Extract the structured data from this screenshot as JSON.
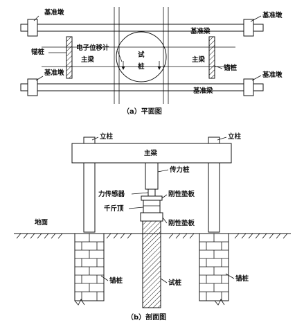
{
  "plan": {
    "reference_pier": "基准墩",
    "reference_beam": "基准梁",
    "anchor_pile": "锚桩",
    "main_beam": "主梁",
    "dial_gauge": "电子位移计",
    "test_pile_char1": "试",
    "test_pile_char2": "桩",
    "caption": "（a）平面图"
  },
  "section": {
    "column": "立柱",
    "main_beam": "主梁",
    "force_pile": "传力桩",
    "load_cell": "力传感器",
    "rigid_plate": "刚性垫板",
    "jack": "千斤顶",
    "ground": "地面",
    "anchor_pile": "锚桩",
    "test_pile": "试桩",
    "caption": "（b）剖面图"
  }
}
